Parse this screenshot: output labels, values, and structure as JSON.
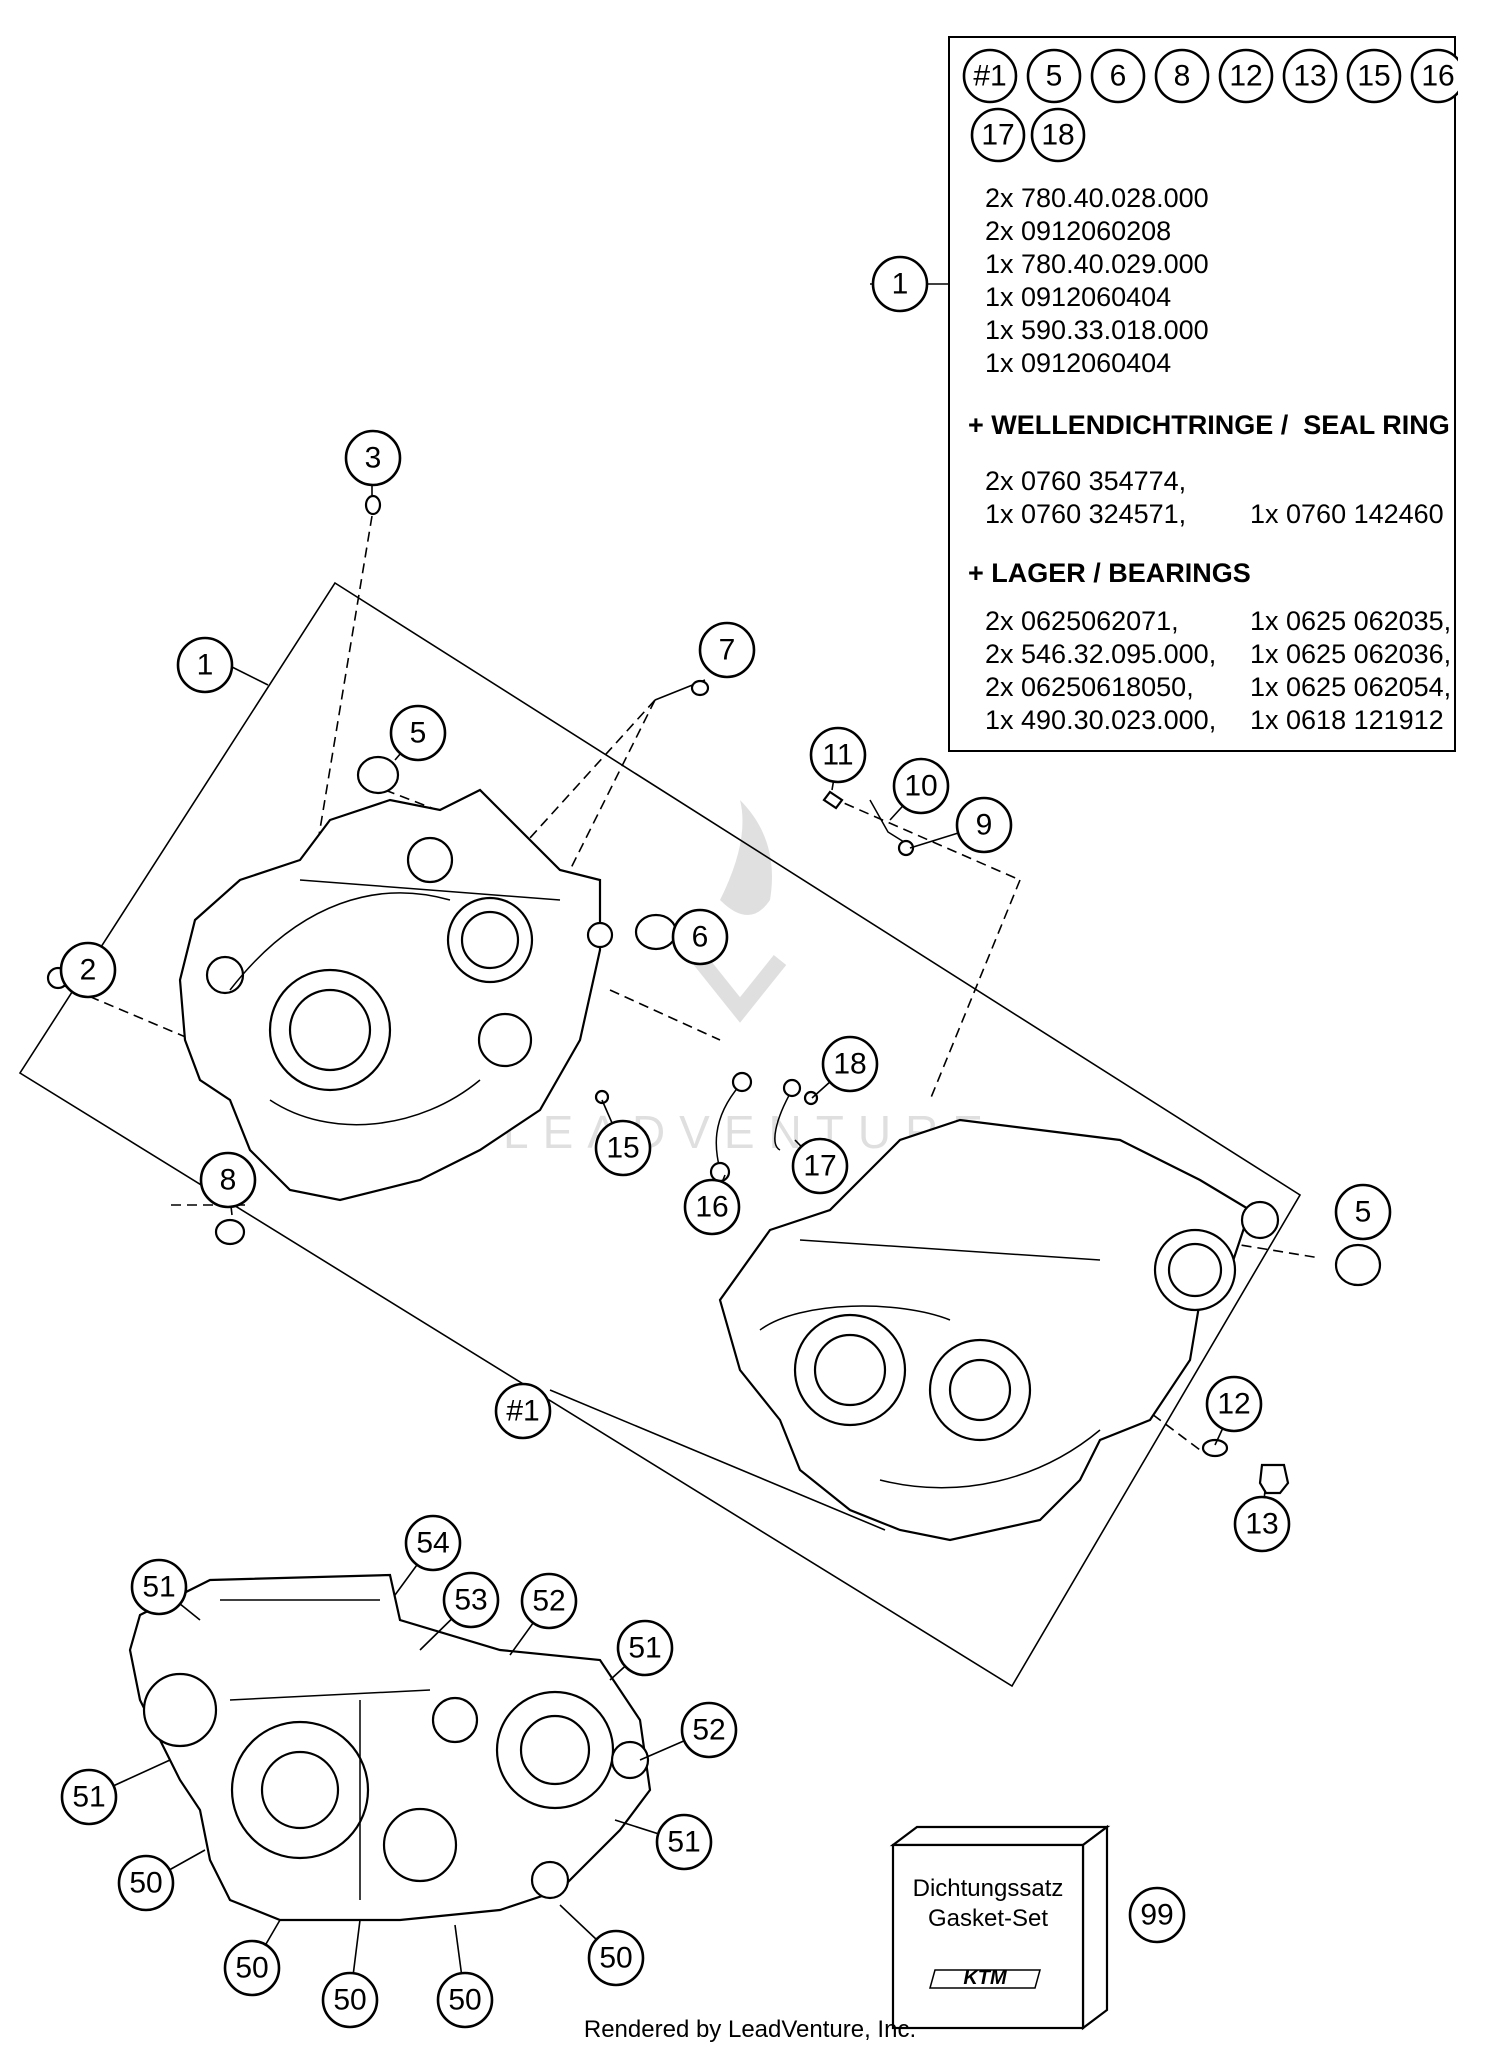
{
  "diagram": {
    "callouts": [
      {
        "key": "c1a",
        "label": "1"
      },
      {
        "key": "c1b",
        "label": "1"
      },
      {
        "key": "c2",
        "label": "2"
      },
      {
        "key": "c3",
        "label": "3"
      },
      {
        "key": "c5a",
        "label": "5"
      },
      {
        "key": "c5b",
        "label": "5"
      },
      {
        "key": "c6",
        "label": "6"
      },
      {
        "key": "c7",
        "label": "7"
      },
      {
        "key": "c8",
        "label": "8"
      },
      {
        "key": "c9",
        "label": "9"
      },
      {
        "key": "c10",
        "label": "10"
      },
      {
        "key": "c11",
        "label": "11"
      },
      {
        "key": "c12",
        "label": "12"
      },
      {
        "key": "c13",
        "label": "13"
      },
      {
        "key": "c15",
        "label": "15"
      },
      {
        "key": "c16",
        "label": "16"
      },
      {
        "key": "c17",
        "label": "17"
      },
      {
        "key": "c18",
        "label": "18"
      },
      {
        "key": "c1hash",
        "label": "#1"
      },
      {
        "key": "c50a",
        "label": "50"
      },
      {
        "key": "c50b",
        "label": "50"
      },
      {
        "key": "c50c",
        "label": "50"
      },
      {
        "key": "c50d",
        "label": "50"
      },
      {
        "key": "c50e",
        "label": "50"
      },
      {
        "key": "c51a",
        "label": "51"
      },
      {
        "key": "c51b",
        "label": "51"
      },
      {
        "key": "c51c",
        "label": "51"
      },
      {
        "key": "c51d",
        "label": "51"
      },
      {
        "key": "c52a",
        "label": "52"
      },
      {
        "key": "c52b",
        "label": "52"
      },
      {
        "key": "c53",
        "label": "53"
      },
      {
        "key": "c54",
        "label": "54"
      },
      {
        "key": "c99",
        "label": "99"
      }
    ]
  },
  "info_box": {
    "header_callouts": [
      "#1",
      "5",
      "6",
      "8",
      "12",
      "13",
      "15",
      "16",
      "17",
      "18"
    ],
    "ref_callout": "1",
    "part_lines": [
      "2x 780.40.028.000",
      "2x 0912060208",
      "1x 780.40.029.000",
      "1x 0912060404",
      "1x 590.33.018.000",
      "1x 0912060404"
    ],
    "seal_heading": "+ WELLENDICHTRINGE /  SEAL RING",
    "seal_lines": [
      "2x 0760 354774,",
      "1x 0760 324571,",
      "1x 0760 142460"
    ],
    "bearing_heading": "+ LAGER / BEARINGS",
    "bearing_left": [
      "2x 0625062071,",
      "2x 546.32.095.000,",
      "2x 06250618050,",
      "1x 490.30.023.000,"
    ],
    "bearing_right": [
      "1x 0625 062035,",
      "1x 0625 062036,",
      "1x 0625 062054,",
      "1x 0618 121912"
    ]
  },
  "gasket_set": {
    "line1": "Dichtungssatz",
    "line2": "Gasket-Set",
    "logo": "KTM"
  },
  "footer": "Rendered by LeadVenture, Inc.",
  "watermark": "LEADVENTURE"
}
